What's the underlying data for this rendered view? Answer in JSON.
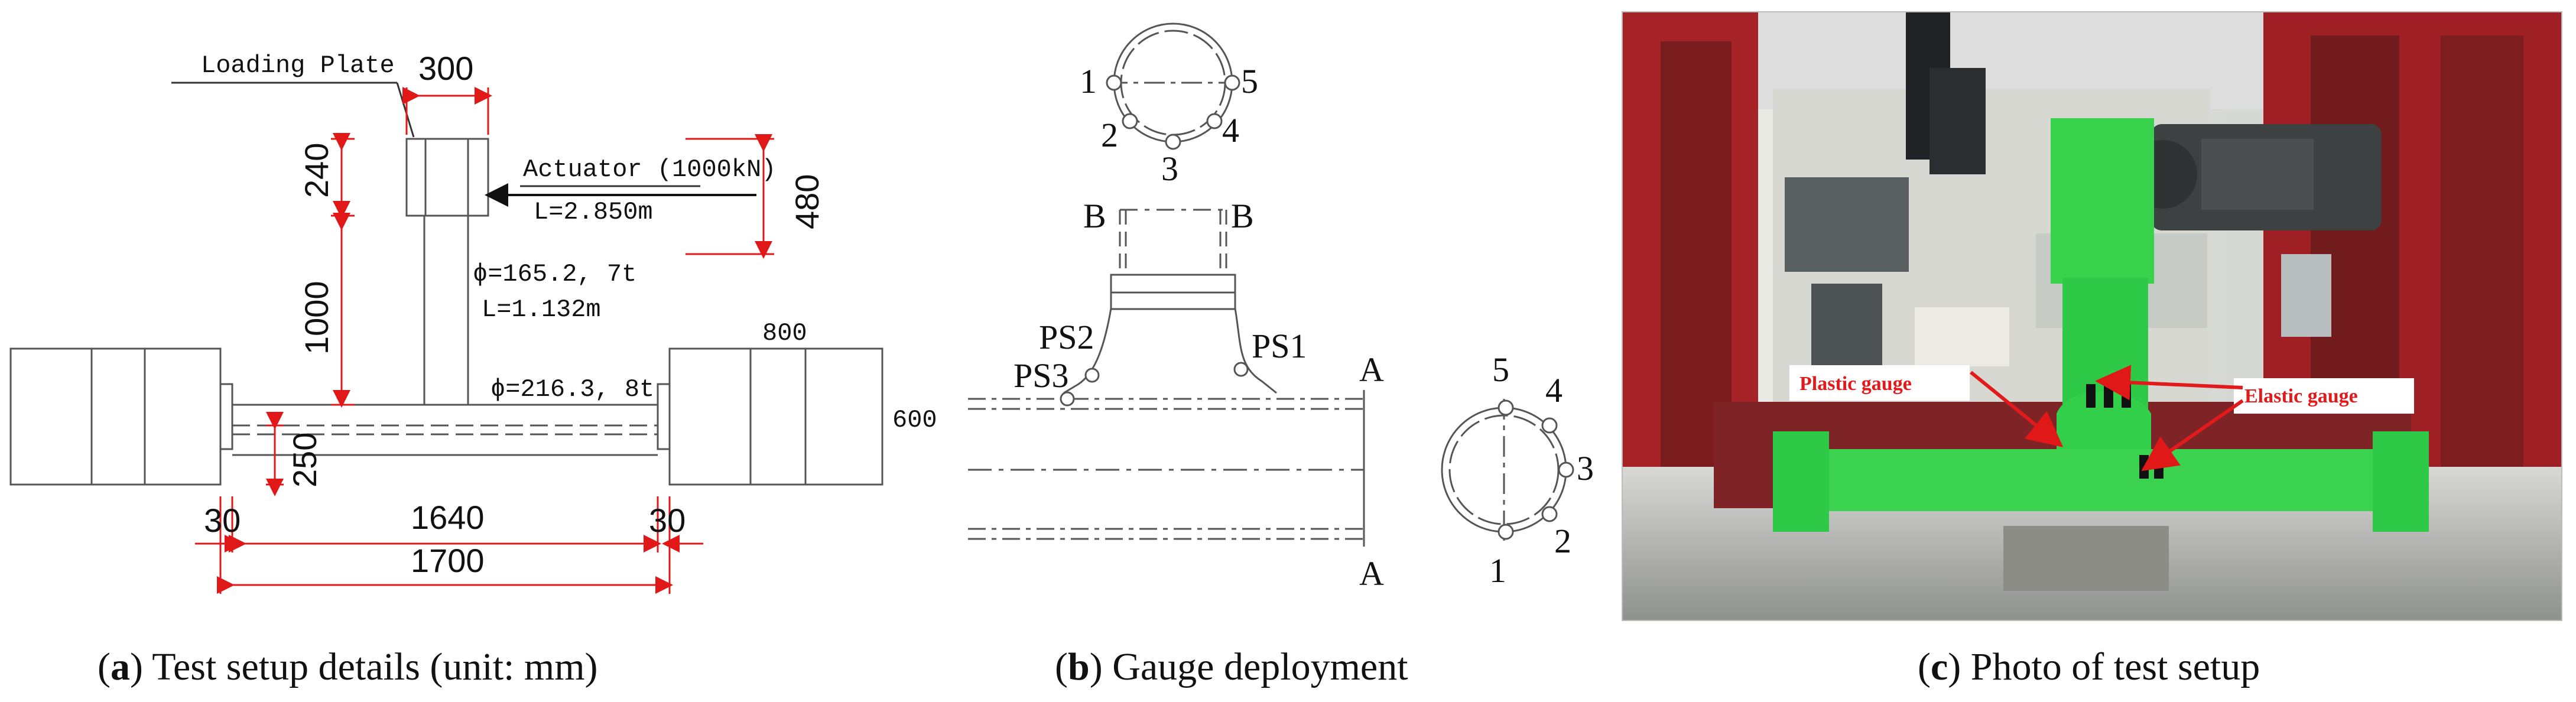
{
  "panels": {
    "a": {
      "caption_letter": "a",
      "caption_text": " Test setup details (unit: mm)",
      "loading_plate_label": "Loading Plate",
      "actuator_label": "Actuator (1000kN)",
      "actuator_length": "L=2.850m",
      "column_spec": "ϕ=165.2, 7t",
      "column_length": "L=1.132m",
      "beam_spec": "ϕ=216.3, 8t",
      "dims": {
        "plate_width": "300",
        "plate_height": "240",
        "actuator_offset": "480",
        "column_height": "1000",
        "beam_height": "250",
        "support_width": "800",
        "support_height": "600",
        "left_gap": "30",
        "right_gap": "30",
        "inner_span": "1640",
        "total_span": "1700"
      }
    },
    "b": {
      "caption_letter": "b",
      "caption_text": " Gauge deployment",
      "section_b": "B",
      "section_a": "A",
      "top_ring_labels": [
        "1",
        "2",
        "3",
        "4",
        "5"
      ],
      "side_ring_labels": [
        "1",
        "2",
        "3",
        "4",
        "5"
      ],
      "plastic_gauges": [
        "PS1",
        "PS2",
        "PS3"
      ]
    },
    "c": {
      "caption_letter": "c",
      "caption_text": " Photo of test setup",
      "plastic_label": "Plastic gauge",
      "elastic_label": "Elastic gauge"
    }
  },
  "colors": {
    "dimension_red": "#e01818",
    "specimen_green": "#39d24c",
    "frame_red": "#7b1d1e",
    "label_red": "#e11b1b"
  }
}
